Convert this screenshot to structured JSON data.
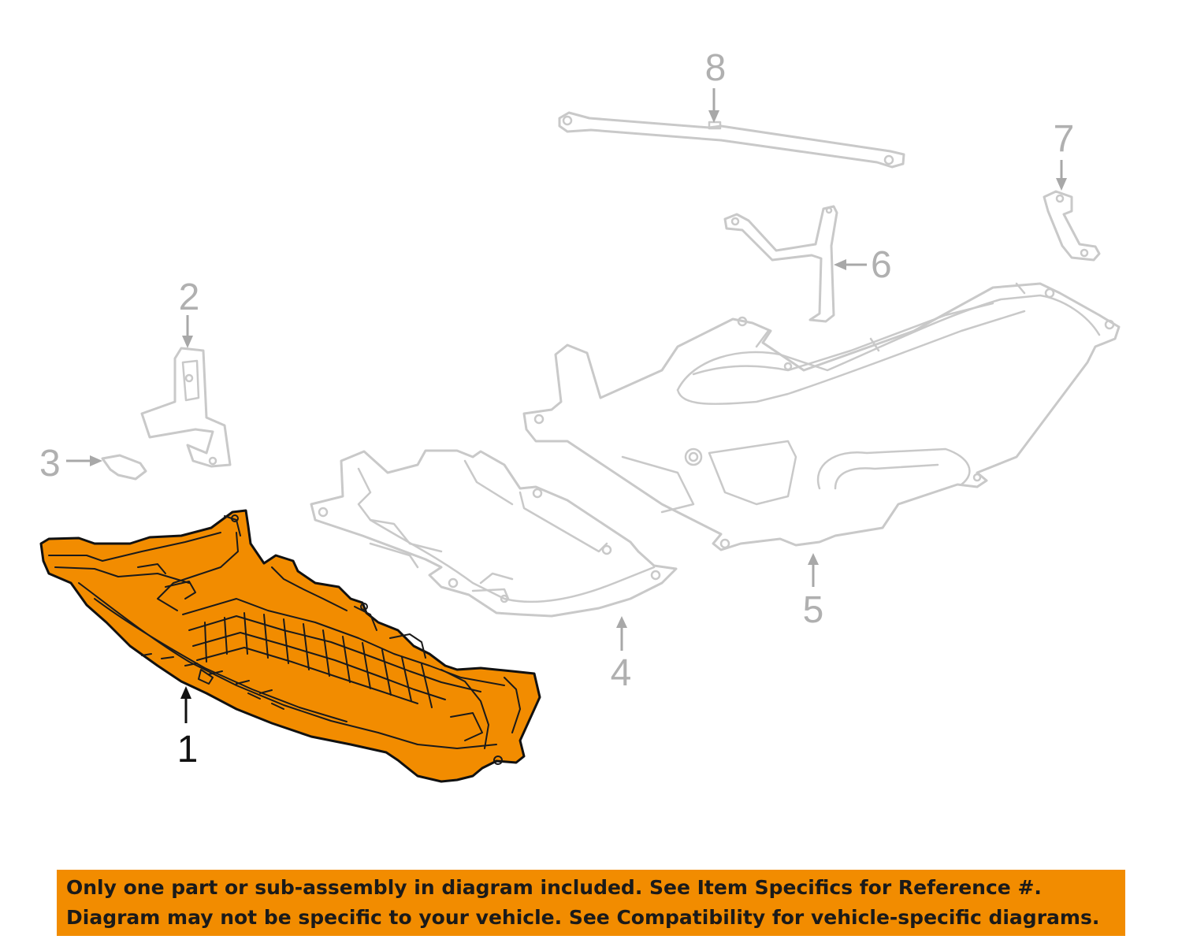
{
  "callouts": {
    "c1": "1",
    "c2": "2",
    "c3": "3",
    "c4": "4",
    "c5": "5",
    "c6": "6",
    "c7": "7",
    "c8": "8"
  },
  "highlighted_part": "1",
  "colors": {
    "highlight": "#f28c00",
    "ghost_lines": "#c9c9c9",
    "callout_ghost": "#b0b0b0",
    "banner": "#f28c00"
  },
  "notice": {
    "line1": "Only one part or sub-assembly in diagram included. See Item Specifics for Reference #.",
    "line2": "Diagram may not be specific to your vehicle. See Compatibility for vehicle-specific diagrams."
  }
}
